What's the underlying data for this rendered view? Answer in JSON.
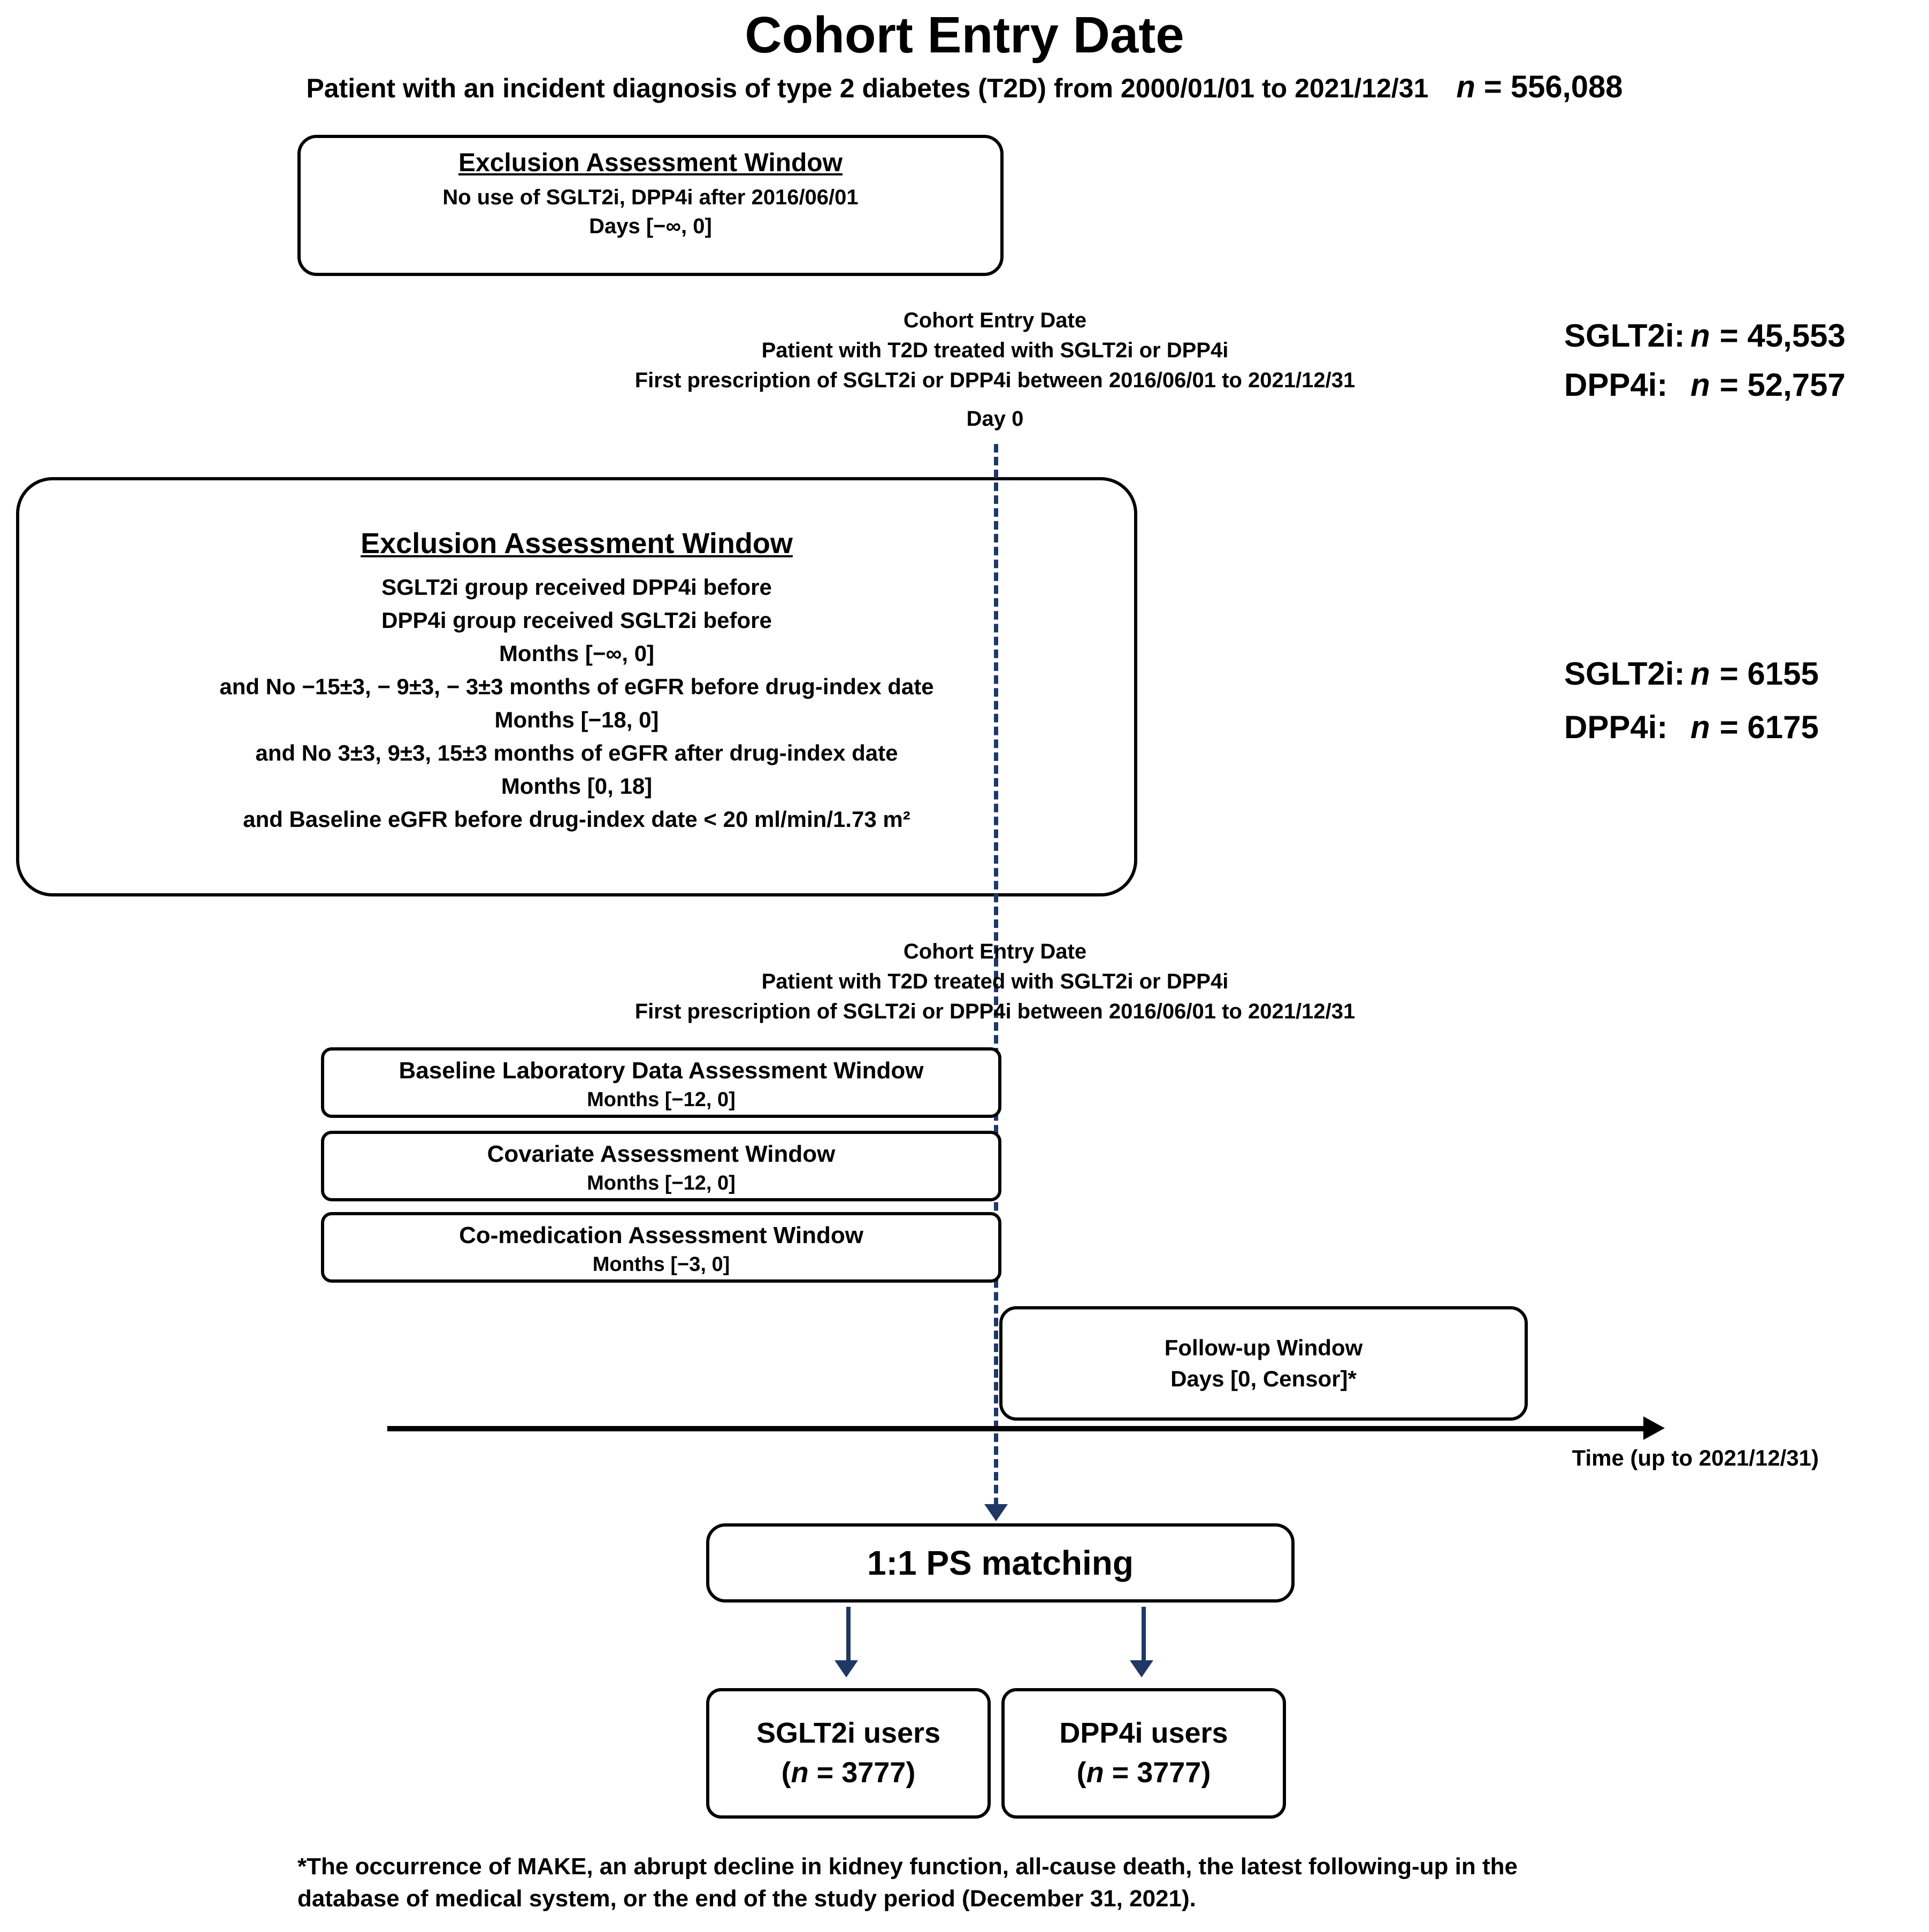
{
  "meta": {
    "n_symbol": "n"
  },
  "colors": {
    "accent": "#1F3864",
    "text": "#000000",
    "border": "#000000"
  },
  "header": {
    "title": "Cohort Entry Date",
    "subtitle": "Patient with an incident diagnosis of type 2 diabetes (T2D) from 2000/01/01 to 2021/12/31",
    "subtitle_n_value": " = 556,088"
  },
  "exclusion_box_1": {
    "title": "Exclusion Assessment Window",
    "line1": "No use of SGLT2i, DPP4i after 2016/06/01",
    "line2": "Days [−∞, 0]"
  },
  "cohort_entry_1": {
    "line1": "Cohort Entry Date",
    "line2": "Patient with T2D treated with SGLT2i or DPP4i",
    "line3": "First prescription of SGLT2i or DPP4i between 2016/06/01 to 2021/12/31",
    "line4": "Day 0"
  },
  "stats_initial": [
    {
      "label": "SGLT2i:",
      "value": "= 45,553"
    },
    {
      "label": "DPP4i:",
      "value": "= 52,757"
    }
  ],
  "exclusion_box_2": {
    "title": "Exclusion Assessment Window",
    "lines": [
      "SGLT2i group received DPP4i before",
      "DPP4i group received SGLT2i before",
      "Months [−∞, 0]",
      "and No −15±3, − 9±3, − 3±3 months of eGFR before drug-index date",
      "Months [−18, 0]",
      "and No 3±3, 9±3, 15±3 months of eGFR after drug-index date",
      "Months [0, 18]",
      "and Baseline eGFR before drug-index date < 20 ml/min/1.73 m²"
    ]
  },
  "stats_excluded": [
    {
      "label": "SGLT2i:",
      "value": "= 6155"
    },
    {
      "label": "DPP4i:",
      "value": "= 6175"
    }
  ],
  "cohort_entry_2": {
    "line1": "Cohort Entry Date",
    "line2": "Patient with T2D treated with SGLT2i or DPP4i",
    "line3": "First prescription of SGLT2i or DPP4i between 2016/06/01 to 2021/12/31"
  },
  "assessment_boxes": [
    {
      "title": "Baseline Laboratory Data Assessment Window",
      "window": "Months [−12, 0]"
    },
    {
      "title": "Covariate Assessment Window",
      "window": "Months [−12, 0]"
    },
    {
      "title": "Co-medication Assessment Window",
      "window": "Months [−3, 0]"
    }
  ],
  "followup_box": {
    "title": "Follow-up Window",
    "window": "Days [0, Censor]*"
  },
  "timeline": {
    "label": "Time (up to 2021/12/31)"
  },
  "matching_box": {
    "label": "1:1 PS matching"
  },
  "user_boxes": [
    {
      "title": "SGLT2i users",
      "prefix": "(",
      "value": " = 3777)"
    },
    {
      "title": "DPP4i users",
      "prefix": "(",
      "value": " = 3777)"
    }
  ],
  "footnote": {
    "line1": "*The occurrence of MAKE, an abrupt decline in kidney function, all-cause death, the latest following-up in the",
    "line2": "database of medical system, or the end of the study period (December 31, 2021)."
  }
}
